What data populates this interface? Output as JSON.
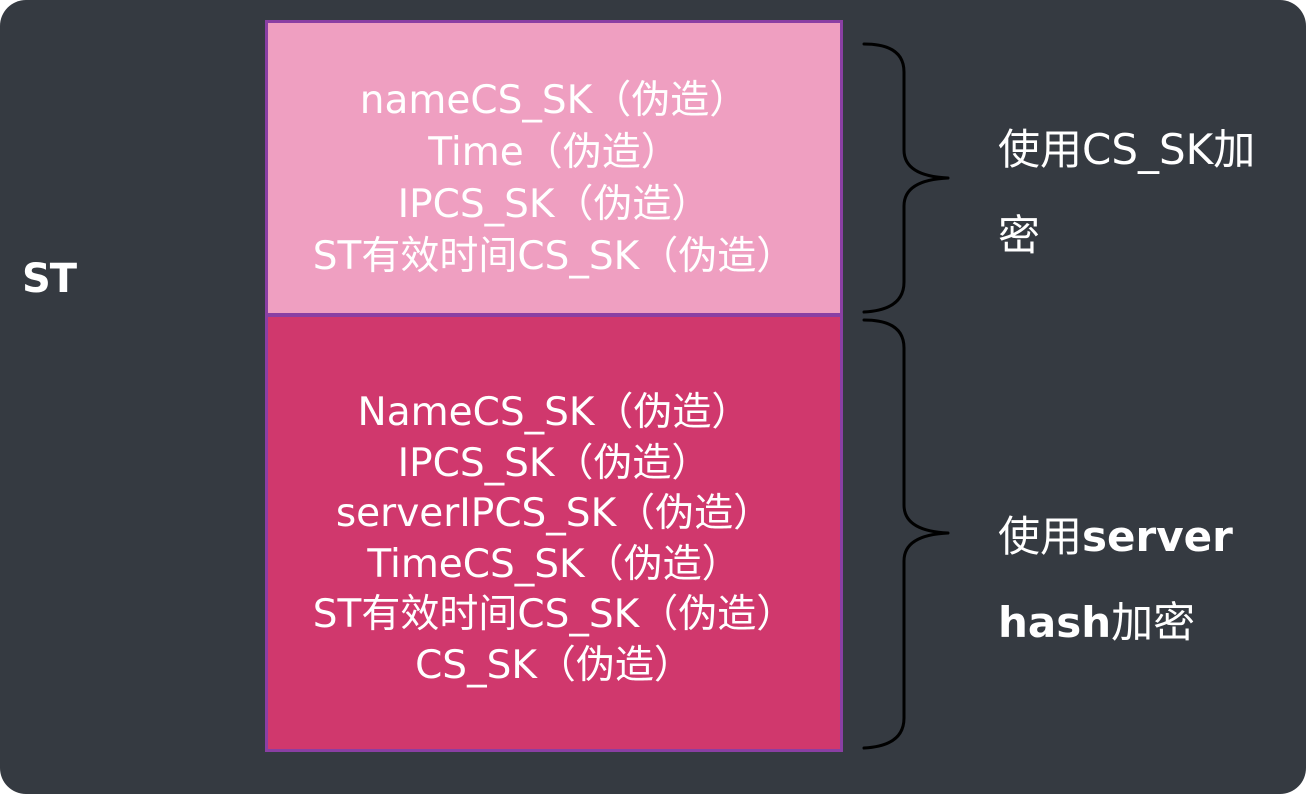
{
  "st_label": "ST",
  "top_box": {
    "lines": [
      "nameCS_SK（伪造）",
      "Time（伪造）",
      "IPCS_SK（伪造）",
      "ST有效时间CS_SK（伪造）"
    ]
  },
  "bottom_box": {
    "lines": [
      "NameCS_SK（伪造）",
      "IPCS_SK（伪造）",
      "serverIPCS_SK（伪造）",
      "TimeCS_SK（伪造）",
      "ST有效时间CS_SK（伪造）",
      "CS_SK（伪造）"
    ]
  },
  "top_note": {
    "line1": "使用CS_SK加",
    "line2": "密"
  },
  "bottom_note": {
    "line1_prefix": "使用",
    "line1_bold": "server",
    "line2_bold": "hash",
    "line2_suffix": "加密"
  },
  "colors": {
    "background": "#353a41",
    "top_box_fill": "#ef9fc1",
    "bottom_box_fill": "#d0386d",
    "box_border": "#8a3fa3",
    "text": "#ffffff"
  }
}
